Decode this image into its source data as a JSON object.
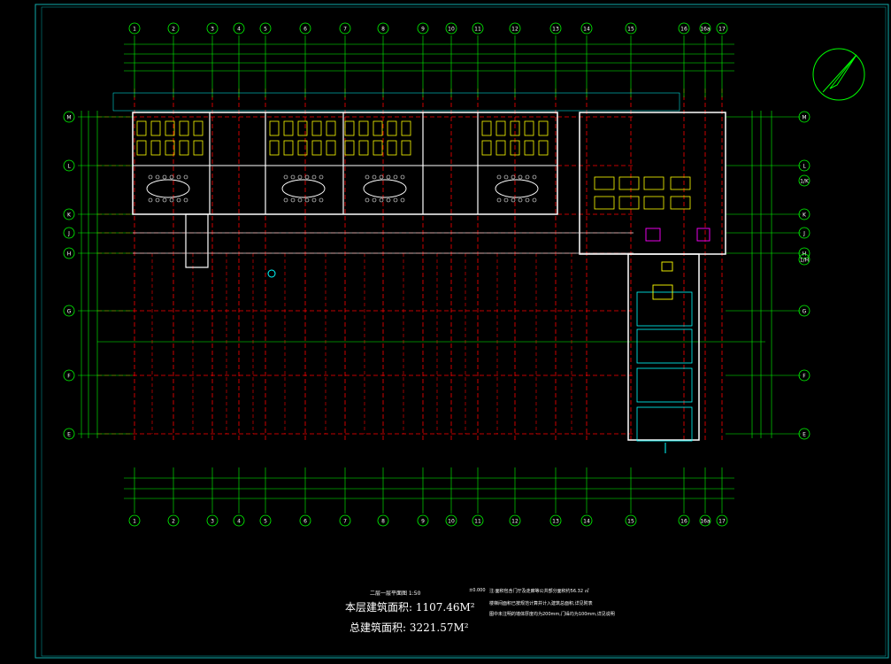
{
  "drawing": {
    "title": "二层一层平面图  1:50",
    "floor_area_label": "本层建筑面积:",
    "floor_area_value": "1107.46M²",
    "total_area_label": "总建筑面积:",
    "total_area_value": "3221.57M²",
    "level_tag": "±0.000"
  },
  "notes": {
    "line1": "注:面积包含门厅及走廊等公共部分面积约56.32 ㎡",
    "line2": "楼梯间面积已按规范计算并计入建筑总面积,详见附表",
    "line3": "图中未注明的墙体厚度均为200mm,门垛均为100mm,详见说明"
  },
  "grid_columns_top": [
    "1",
    "2",
    "3",
    "4",
    "5",
    "6",
    "7",
    "8",
    "9",
    "10",
    "11",
    "12",
    "13",
    "14",
    "15",
    "16",
    "16a",
    "17"
  ],
  "grid_columns_bottom": [
    "1",
    "2",
    "3",
    "4",
    "5",
    "6",
    "7",
    "8",
    "9",
    "10",
    "11",
    "12",
    "13",
    "14",
    "15",
    "16",
    "16a",
    "17"
  ],
  "grid_rows": [
    "M",
    "L",
    "K",
    "J",
    "H",
    "G",
    "F",
    "E"
  ],
  "grid_rows_right": [
    "M",
    "L",
    "1/K",
    "K",
    "J",
    "H",
    "1/H",
    "G",
    "F",
    "E"
  ],
  "colors": {
    "background": "#000000",
    "grid_line": "#ff0000",
    "axis": "#00ff00",
    "walls": "#ffffff",
    "furniture": "#ffff00",
    "partition": "#00ffff",
    "fixtures": "#ff00ff",
    "frame": "#00ffff"
  },
  "icons": [
    "north-arrow-icon"
  ]
}
